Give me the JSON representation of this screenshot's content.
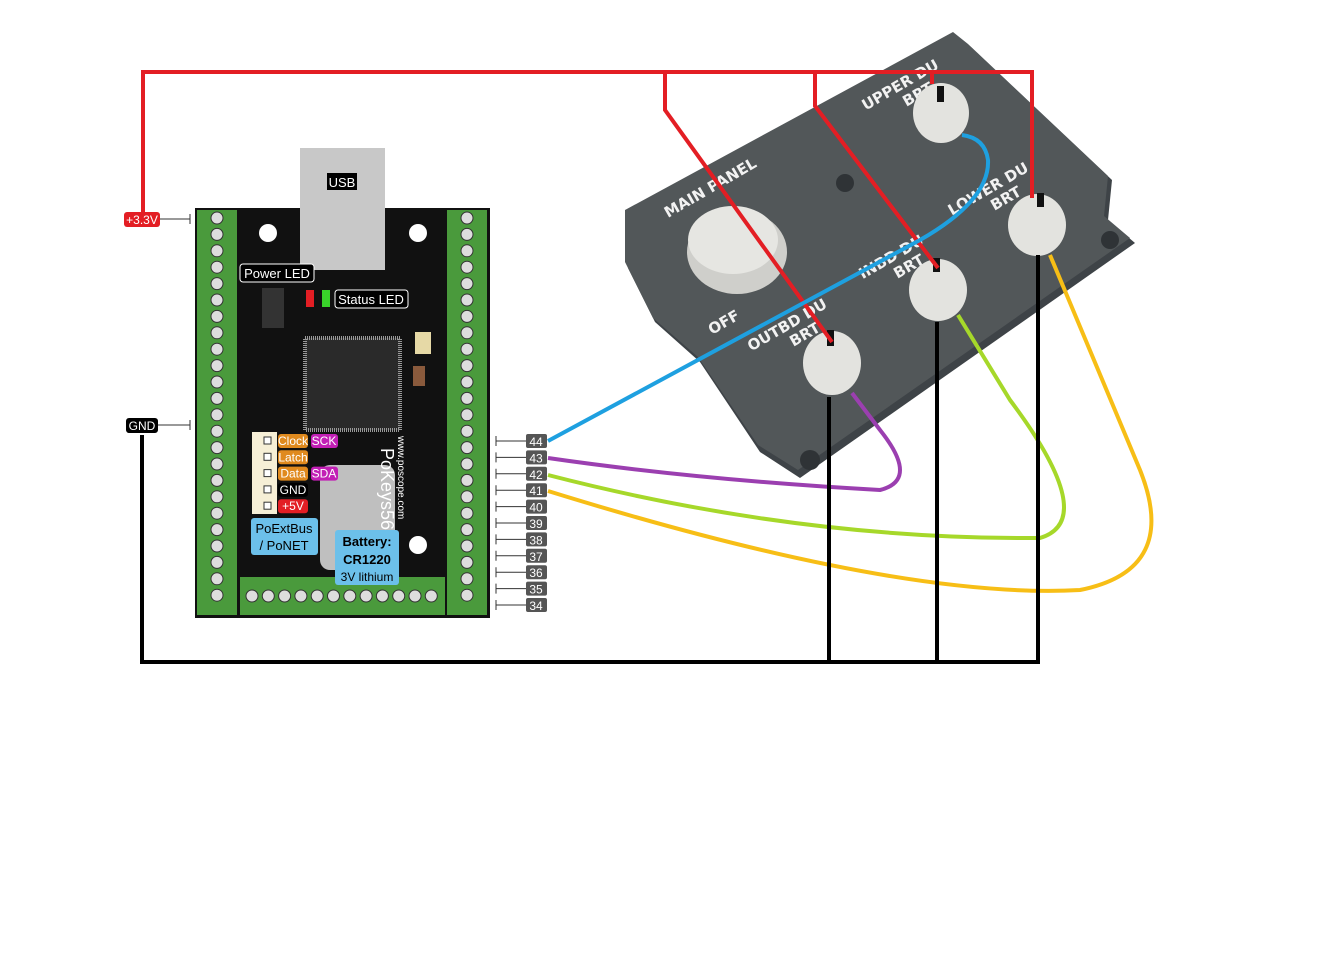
{
  "board": {
    "usb_label": "USB",
    "power_led_label": "Power LED",
    "status_led_label": "Status LED",
    "name": "PoKeys56U",
    "url": "www.poscope.com",
    "connector_pins": [
      {
        "label": "Clock",
        "alt": "SCK"
      },
      {
        "label": "Latch",
        "alt": ""
      },
      {
        "label": "Data",
        "alt": "SDA"
      },
      {
        "label": "GND",
        "alt": ""
      },
      {
        "label": "+5V",
        "alt": ""
      }
    ],
    "bus_label_1": "PoExtBus",
    "bus_label_2": "/ PoNET",
    "battery_1": "Battery:",
    "battery_2": "CR1220",
    "battery_3": "3V lithium"
  },
  "power": {
    "v33": "+3.3V",
    "gnd": "GND"
  },
  "pins": [
    "44",
    "43",
    "42",
    "41",
    "40",
    "39",
    "38",
    "37",
    "36",
    "35",
    "34"
  ],
  "panel": {
    "main_1": "MAIN PANEL",
    "off": "OFF",
    "upper_1": "UPPER DU",
    "upper_2": "BRT",
    "lower_1": "LOWER DU",
    "lower_2": "BRT",
    "inbd_1": "INBD DU",
    "inbd_2": "BRT",
    "outbd_1": "OUTBD DU",
    "outbd_2": "BRT"
  },
  "colors": {
    "red_wire": "#e31e24",
    "blue_wire": "#1ea0e0",
    "purple_wire": "#9b3fb0",
    "green_wire": "#a6d82a",
    "yellow_wire": "#f7be16",
    "black_wire": "#000000",
    "panel": "#4d5256",
    "terminal_green": "#4a9a3c"
  }
}
